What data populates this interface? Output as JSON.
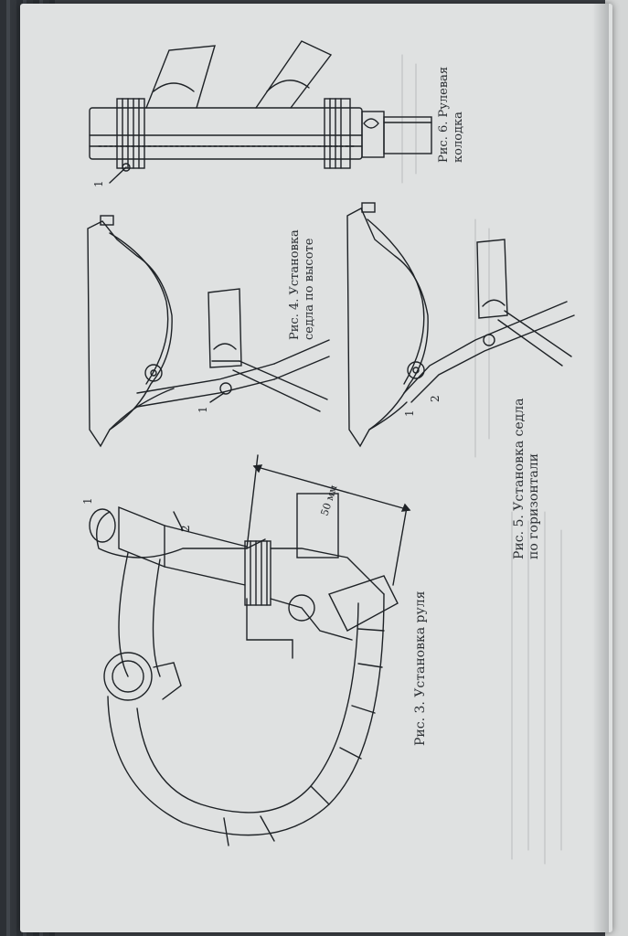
{
  "figures": [
    {
      "id": "fig6",
      "caption": "Рис. 6. Рулевая колодка",
      "lines": [
        "Рис. 6. Рулевая",
        "колодка"
      ]
    },
    {
      "id": "fig4",
      "caption": "Рис. 4. Установка седла по высоте",
      "lines": [
        "Рис. 4. Установка",
        "седла по высоте"
      ]
    },
    {
      "id": "fig5",
      "caption": "Рис. 5. Установка седла по горизонтали",
      "lines": [
        "Рис. 5. Установка седла",
        "по горизонтали"
      ]
    },
    {
      "id": "fig3",
      "caption": "Рис. 3. Установка руля",
      "lines": [
        "Рис. 3. Установка руля"
      ]
    }
  ],
  "callouts": {
    "fig6": [
      "1"
    ],
    "fig4": [
      "1"
    ],
    "fig5": [
      "1",
      "2"
    ],
    "fig3": [
      "1",
      "2"
    ]
  },
  "dimension_label": "50 мм"
}
